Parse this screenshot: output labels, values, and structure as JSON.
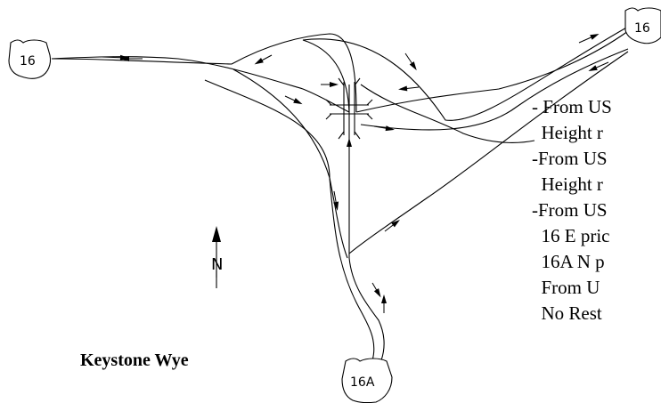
{
  "shields": {
    "west": "16",
    "northeast": "16",
    "south": "16A"
  },
  "north_arrow": {
    "letter": "N"
  },
  "caption": "Keystone Wye",
  "notes": [
    "- From US",
    "  Height r",
    "-From US",
    "  Height r",
    "-From US",
    "  16 E pric",
    "  16A N p",
    "  From U",
    "  No Rest"
  ],
  "colors": {
    "line": "#000000",
    "background": "#ffffff"
  }
}
